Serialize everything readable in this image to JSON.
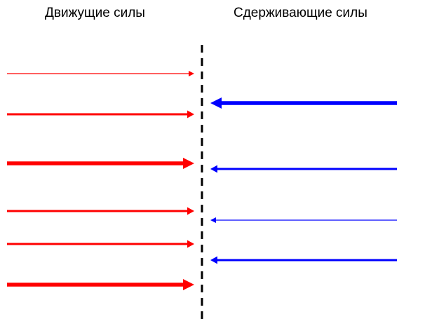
{
  "headings": {
    "driving": "Движущие силы",
    "restraining": "Сдерживающие силы"
  },
  "colors": {
    "driving": "#ff0000",
    "restraining": "#0000ff",
    "divider": "#000000"
  },
  "driving_forces": [
    {
      "strength": 1
    },
    {
      "strength": 2
    },
    {
      "strength": 3
    },
    {
      "strength": 2
    },
    {
      "strength": 2
    },
    {
      "strength": 3
    }
  ],
  "restraining_forces": [
    {
      "strength": 3
    },
    {
      "strength": 2
    },
    {
      "strength": 1
    },
    {
      "strength": 2
    }
  ]
}
